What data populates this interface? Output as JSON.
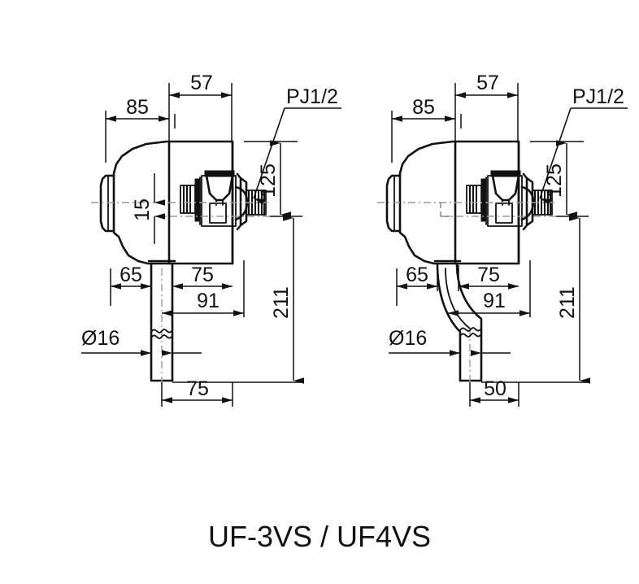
{
  "document": {
    "type": "technical-drawing",
    "title": "UF-3VS / UF4VS",
    "background_color": "#ffffff",
    "line_color": "#111111",
    "centerline_color": "#999999"
  },
  "views": [
    {
      "id": "left-view",
      "name": "straight-spout-variant",
      "spout_style": "straight",
      "thread_label": "PJ1/2",
      "dimensions": {
        "body_depth": "85",
        "valve_depth": "57",
        "body_offset": "65",
        "spout_offset": "75",
        "spout_offset_2": "91",
        "centerline_offset": "15",
        "outlet_diameter": "Ø16",
        "outlet_bottom": "75",
        "thread_height": "125",
        "total_height": "211"
      }
    },
    {
      "id": "right-view",
      "name": "bent-spout-variant",
      "spout_style": "bent",
      "thread_label": "PJ1/2",
      "dimensions": {
        "body_depth": "85",
        "valve_depth": "57",
        "body_offset": "65",
        "spout_offset": "75",
        "spout_offset_2": "91",
        "outlet_diameter": "Ø16",
        "outlet_bottom": "50",
        "thread_height": "125",
        "total_height": "211"
      }
    }
  ],
  "labels": {
    "d85": "85",
    "d57": "57",
    "d65": "65",
    "d75": "75",
    "d91": "91",
    "d15": "15",
    "d16": "Ø16",
    "d75b": "75",
    "d50b": "50",
    "d125": "125",
    "d211": "211",
    "thread": "PJ1/2"
  }
}
